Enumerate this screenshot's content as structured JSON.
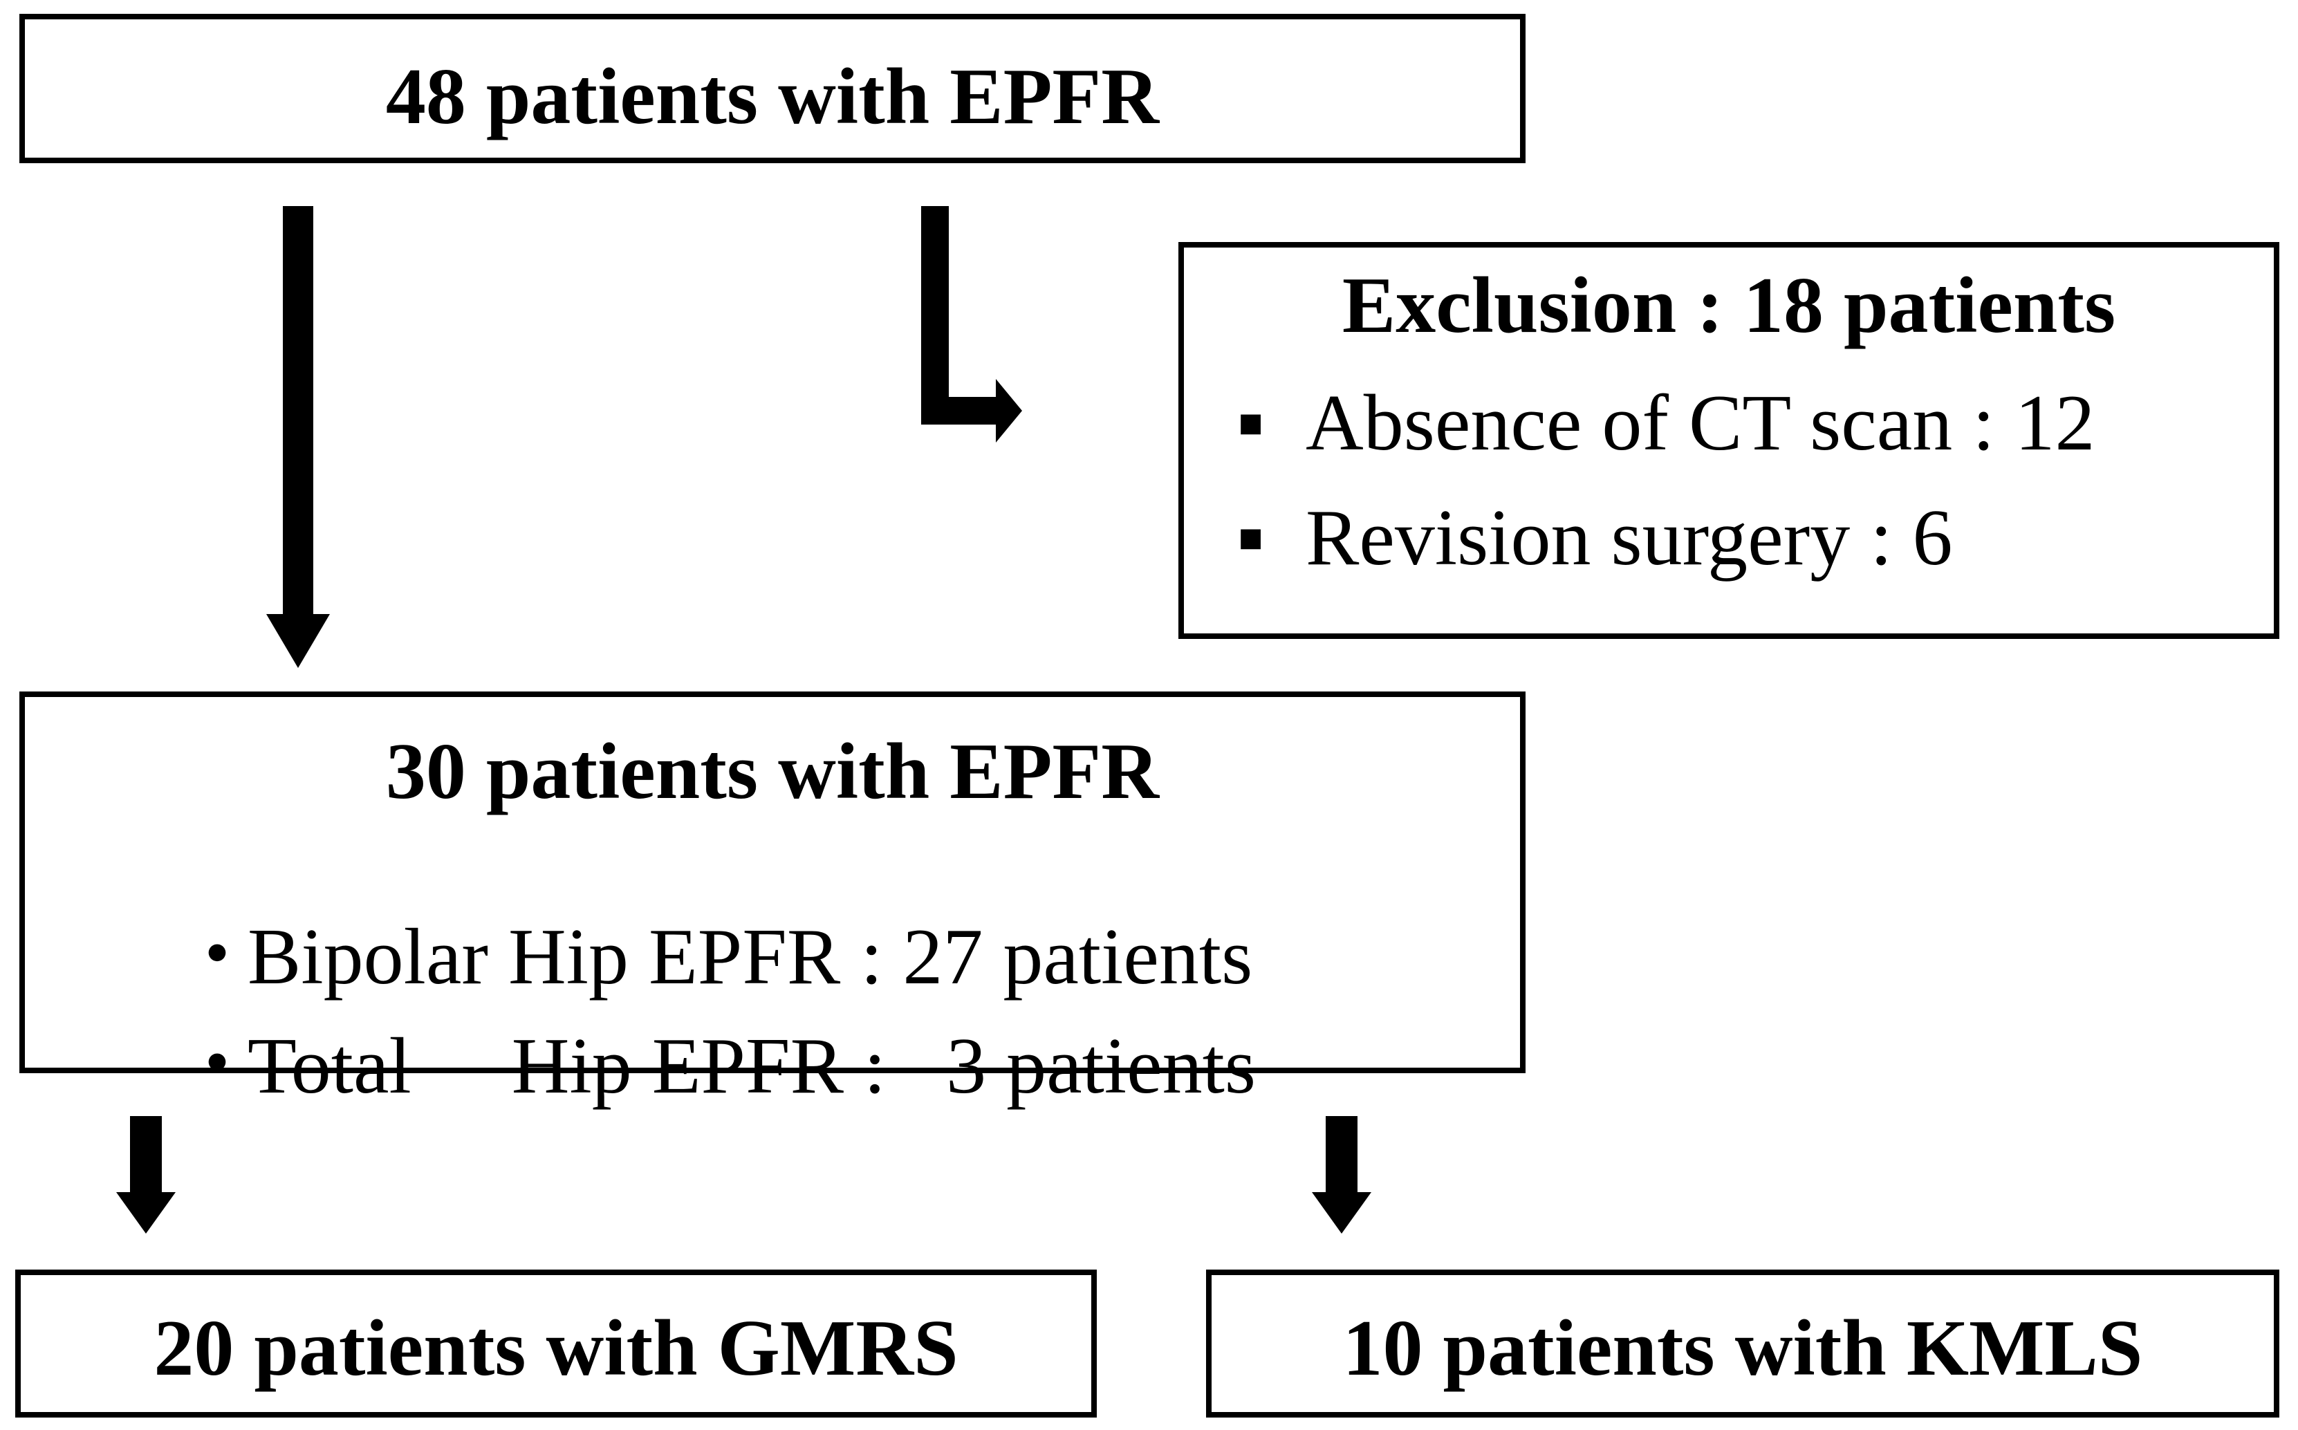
{
  "boxes": {
    "top": {
      "title": "48 patients with EPFR"
    },
    "exclusion": {
      "title": "Exclusion : 18 patients",
      "items": [
        {
          "bullet": "▪",
          "text": "Absence of CT scan : 12"
        },
        {
          "bullet": "▪",
          "text": "Revision surgery : 6"
        }
      ]
    },
    "middle": {
      "title": "30 patients with EPFR",
      "items": [
        {
          "bullet": "・",
          "text": "Bipolar Hip EPFR : 27 patients"
        },
        {
          "bullet": "・",
          "text": "Total     Hip EPFR :   3 patients"
        }
      ]
    },
    "bottom_left": {
      "title": "20 patients with GMRS"
    },
    "bottom_right": {
      "title": "10 patients with KMLS"
    }
  }
}
